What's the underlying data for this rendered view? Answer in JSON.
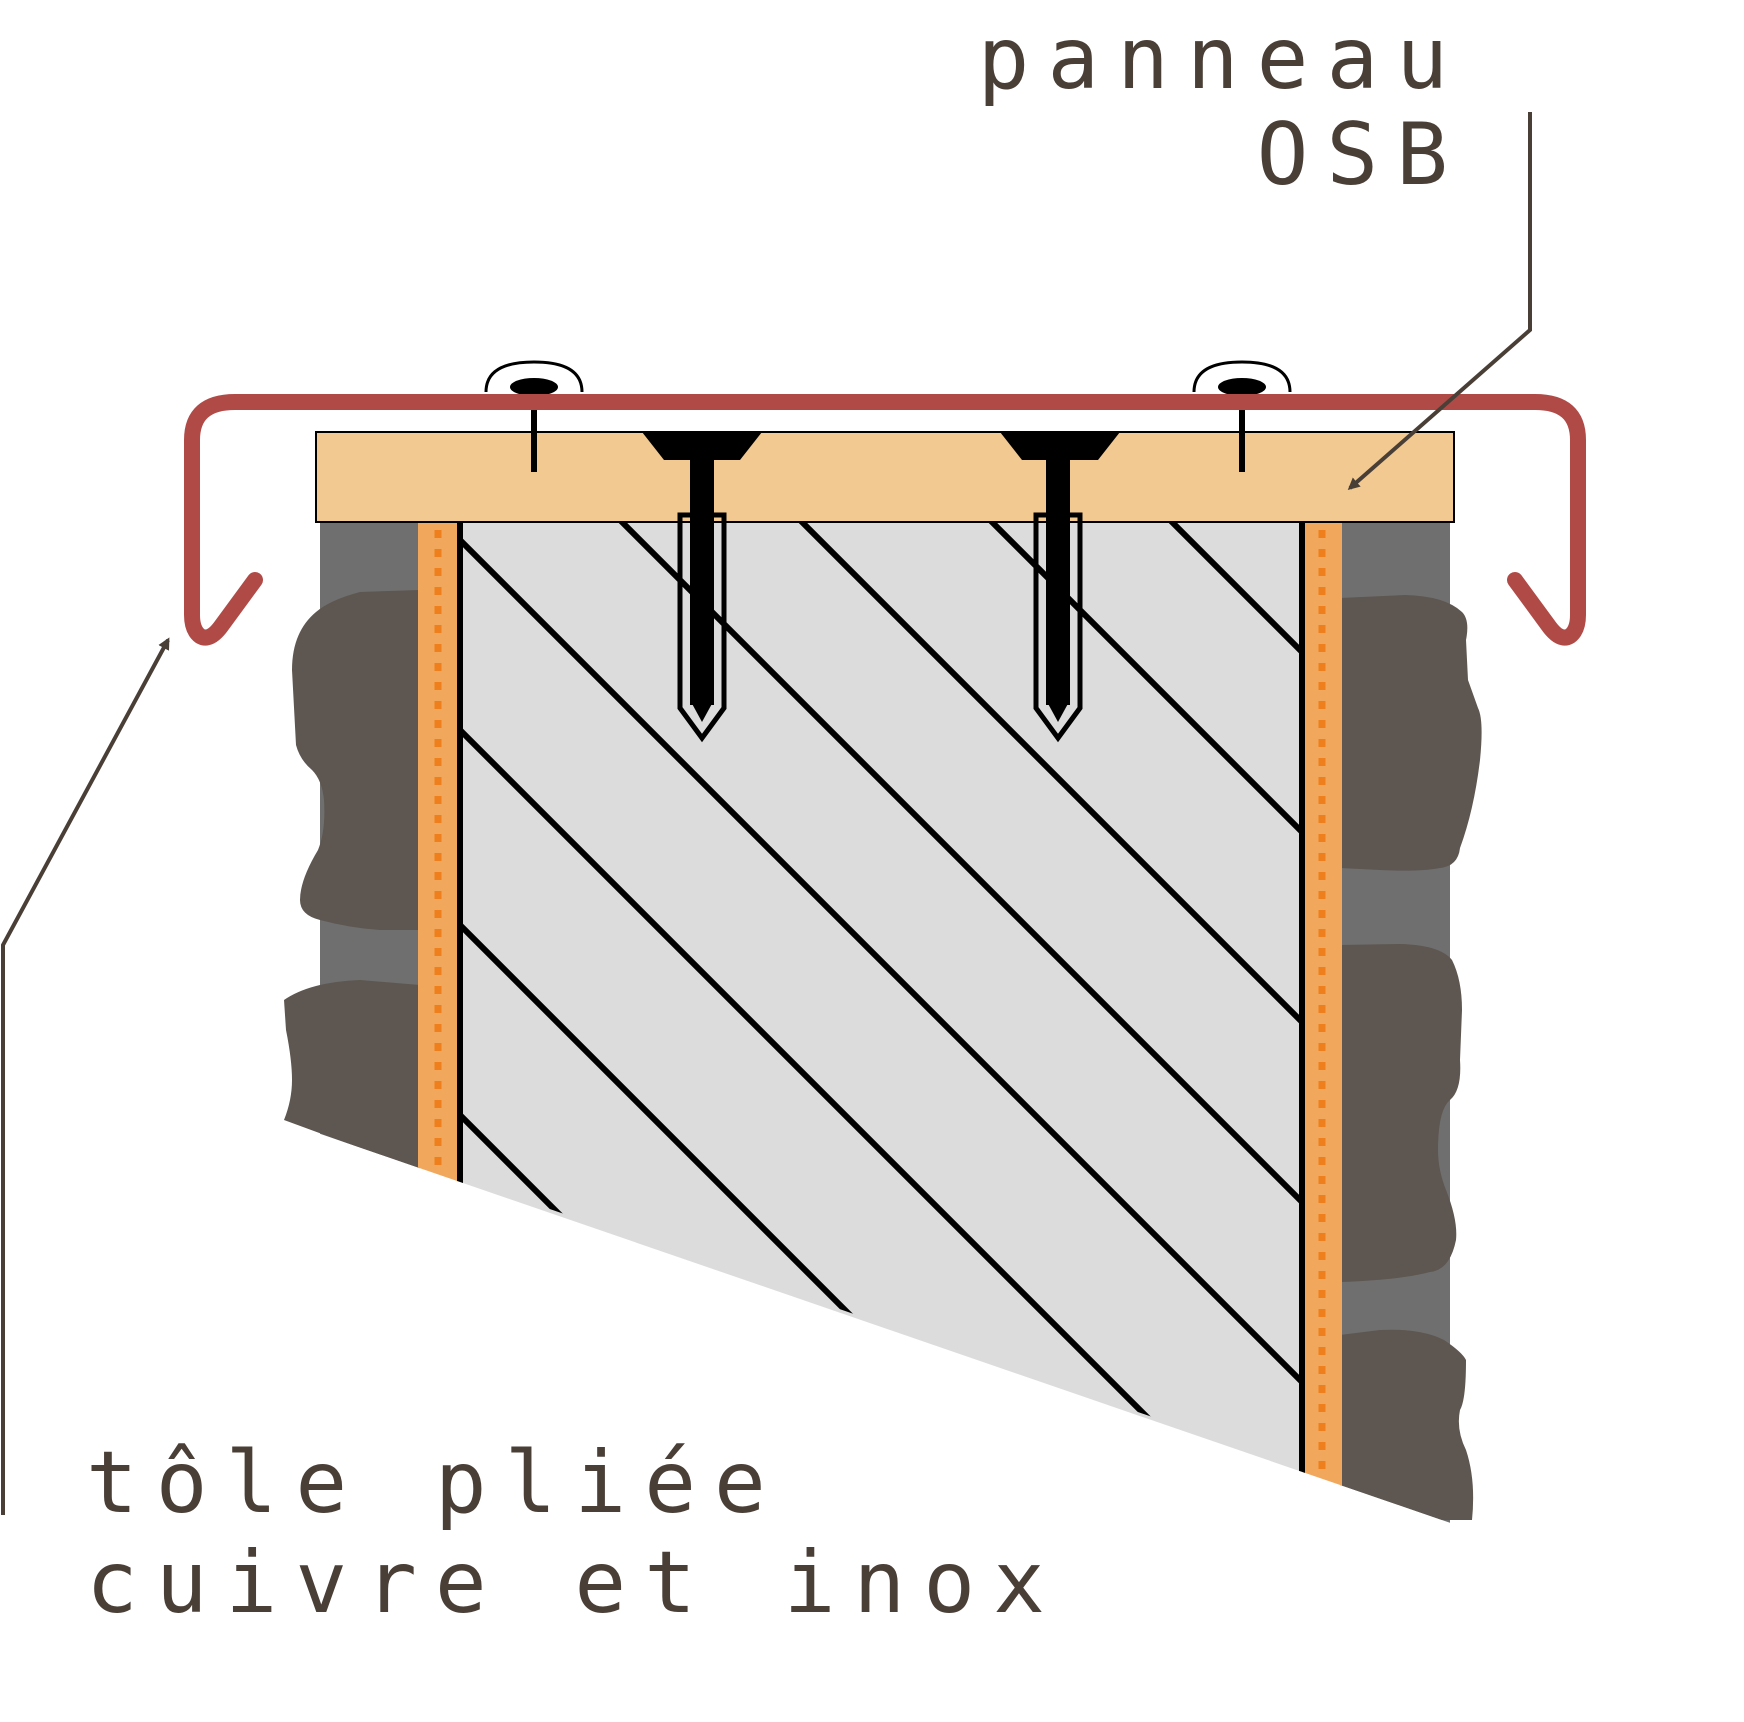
{
  "labels": {
    "panel_line1": "panneau",
    "panel_line2": "OSB",
    "sheet_line1": "tôle pliée",
    "sheet_line2": "cuivre et inox"
  },
  "colors": {
    "sheet_metal": "#b04a47",
    "osb_panel": "#f2c990",
    "wall_core": "#dcdcdc",
    "stone_dark": "#5e5650",
    "mortar": "#6f6f6f",
    "insulation_strip": "#f2a85c",
    "insulation_dots": "#ef7f1c",
    "leader_line": "#4a3f37"
  }
}
